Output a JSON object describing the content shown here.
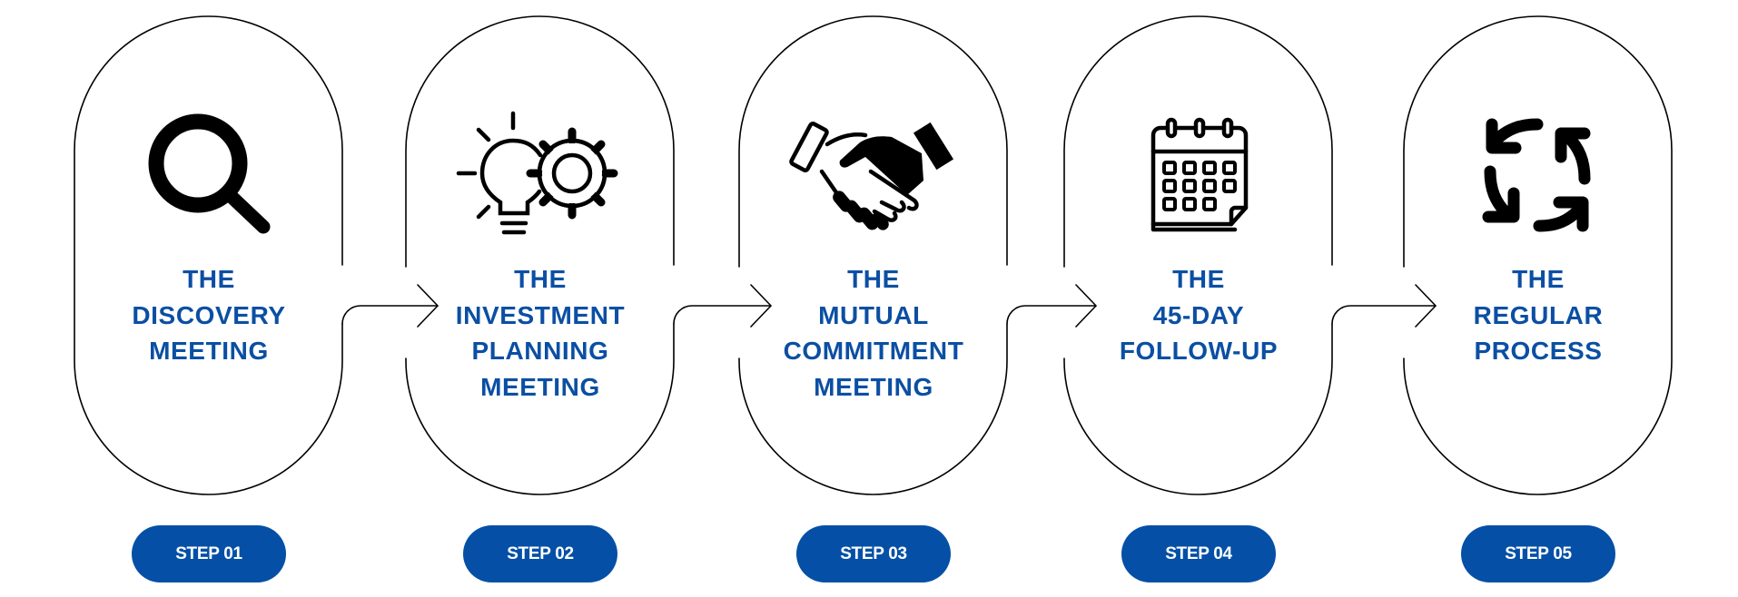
{
  "diagram": {
    "type": "process-flow",
    "accent_color": "#0550a6",
    "text_color": "#0b4fa3",
    "outline_color": "#000000",
    "connector": "arrow-right",
    "steps": [
      {
        "badge": "STEP 01",
        "title_lines": [
          "THE",
          "DISCOVERY",
          "MEETING"
        ],
        "icon": "search-icon"
      },
      {
        "badge": "STEP 02",
        "title_lines": [
          "THE",
          "INVESTMENT",
          "PLANNING",
          "MEETING"
        ],
        "icon": "lightbulb-gear-icon"
      },
      {
        "badge": "STEP 03",
        "title_lines": [
          "THE",
          "MUTUAL",
          "COMMITMENT",
          "MEETING"
        ],
        "icon": "handshake-icon"
      },
      {
        "badge": "STEP 04",
        "title_lines": [
          "THE",
          "45-DAY",
          "FOLLOW-UP"
        ],
        "icon": "calendar-icon"
      },
      {
        "badge": "STEP 05",
        "title_lines": [
          "THE",
          "REGULAR",
          "PROCESS"
        ],
        "icon": "cycle-arrows-icon"
      }
    ]
  }
}
